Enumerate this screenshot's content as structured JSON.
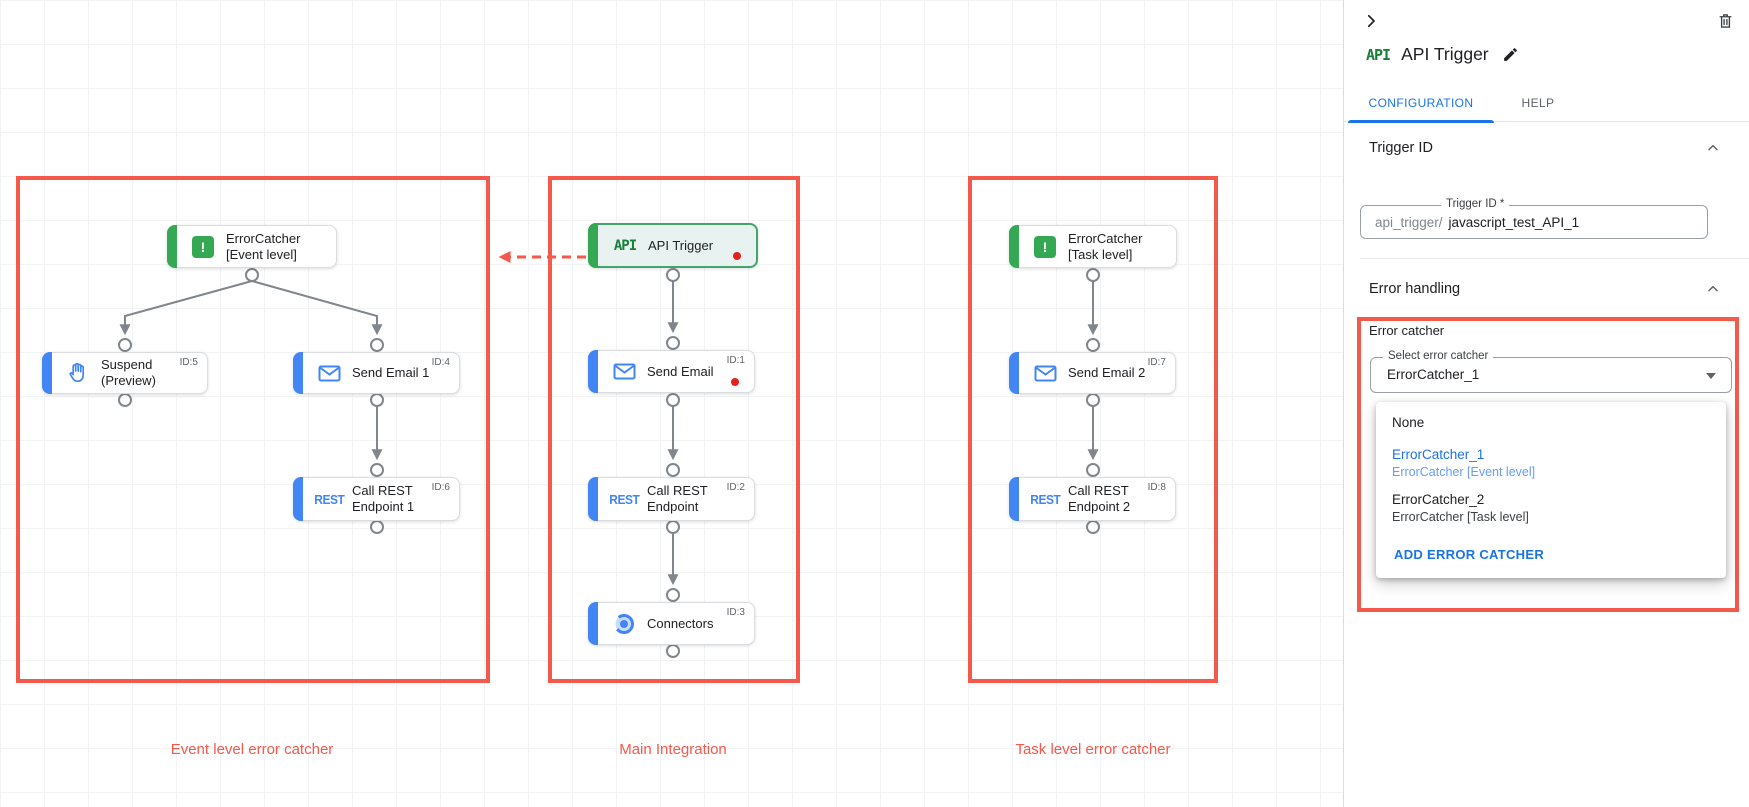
{
  "colors": {
    "accent_red": "#f4594b",
    "task_blue": "#4285f4",
    "trigger_green": "#34a853",
    "link_blue": "#1a73e8",
    "alert_red": "#e3201c"
  },
  "canvas": {
    "groups": [
      {
        "label": "Event level error catcher",
        "nodes": [
          {
            "title": "ErrorCatcher\n[Event level]",
            "id": "",
            "icon": "error-catcher-icon"
          },
          {
            "title": "Suspend\n(Preview)",
            "id": "ID:5",
            "icon": "hand-icon"
          },
          {
            "title": "Send Email 1",
            "id": "ID:4",
            "icon": "email-icon"
          },
          {
            "title": "Call REST\nEndpoint 1",
            "id": "ID:6",
            "icon": "rest-icon",
            "icon_text": "REST"
          }
        ]
      },
      {
        "label": "Main Integration",
        "nodes": [
          {
            "title": "API Trigger",
            "id": "",
            "icon": "api-icon",
            "icon_text": "API",
            "alert_dot": true
          },
          {
            "title": "Send Email",
            "id": "ID:1",
            "icon": "email-icon",
            "alert_dot": true
          },
          {
            "title": "Call REST\nEndpoint",
            "id": "ID:2",
            "icon": "rest-icon",
            "icon_text": "REST"
          },
          {
            "title": "Connectors",
            "id": "ID:3",
            "icon": "connectors-icon"
          }
        ]
      },
      {
        "label": "Task level error catcher",
        "nodes": [
          {
            "title": "ErrorCatcher\n[Task level]",
            "id": "",
            "icon": "error-catcher-icon"
          },
          {
            "title": "Send Email 2",
            "id": "ID:7",
            "icon": "email-icon"
          },
          {
            "title": "Call REST\nEndpoint 2",
            "id": "ID:8",
            "icon": "rest-icon",
            "icon_text": "REST"
          }
        ]
      }
    ]
  },
  "panel": {
    "logo": "API",
    "title": "API Trigger",
    "icons": {
      "collapse": "chevron-right-icon",
      "delete": "trash-icon",
      "edit": "pencil-icon",
      "section_collapse": "chevron-up-icon",
      "select_arrow": "dropdown-arrow-icon"
    },
    "tabs": [
      {
        "label": "CONFIGURATION",
        "active": true
      },
      {
        "label": "HELP",
        "active": false
      }
    ],
    "trigger_id": {
      "section_title": "Trigger ID",
      "field_label": "Trigger ID *",
      "prefix": "api_trigger/",
      "value": "javascript_test_API_1"
    },
    "error_handling": {
      "section_title": "Error handling",
      "group_label": "Error catcher",
      "select_label": "Select error catcher",
      "select_value": "ErrorCatcher_1",
      "menu": {
        "none_label": "None",
        "options": [
          {
            "name": "ErrorCatcher_1",
            "desc": "ErrorCatcher [Event level]",
            "selected": true
          },
          {
            "name": "ErrorCatcher_2",
            "desc": "ErrorCatcher [Task level]",
            "selected": false
          }
        ],
        "add_label": "ADD ERROR CATCHER"
      }
    }
  }
}
